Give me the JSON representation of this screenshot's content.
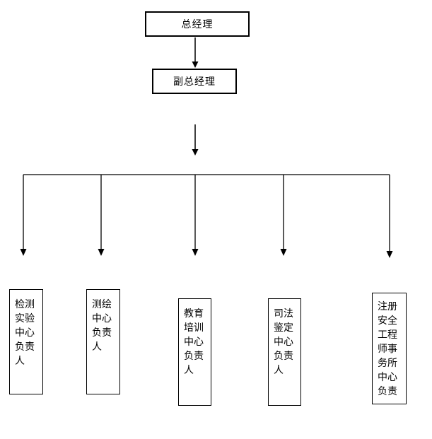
{
  "diagram": {
    "type": "org-chart",
    "background_color": "#ffffff",
    "line_color": "#000000",
    "nodes": {
      "general_manager": {
        "label": "总经理"
      },
      "deputy_general_manager": {
        "label": "副总经理"
      },
      "departments": [
        {
          "label": "检测\n实验\n中心\n负责\n人"
        },
        {
          "label": "测绘\n中心\n负责\n人"
        },
        {
          "label": "教育\n培训\n中心\n负责\n人"
        },
        {
          "label": "司法\n鉴定\n中心\n负责\n人"
        },
        {
          "label": "注册\n安全\n工程\n师事\n务所\n中心\n负责"
        }
      ]
    }
  }
}
